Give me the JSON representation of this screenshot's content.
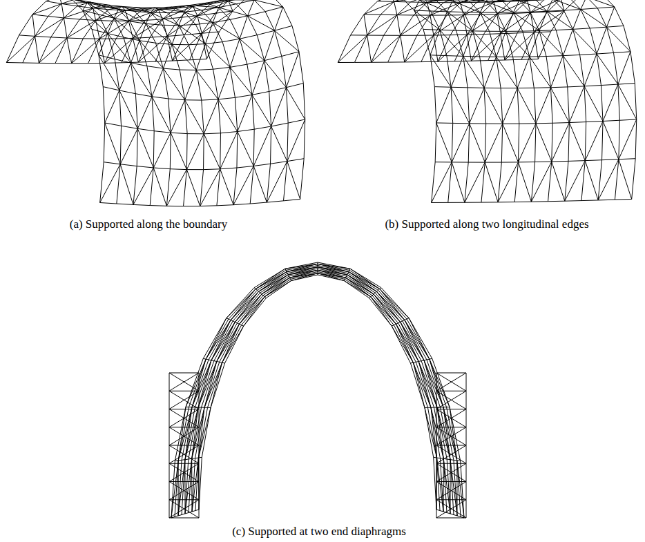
{
  "diagram": {
    "labels": [
      "(a) Supported along the boundary",
      "(b) Supported along two longitudinal edges",
      "(c) Supported at two end diaphragms"
    ]
  }
}
